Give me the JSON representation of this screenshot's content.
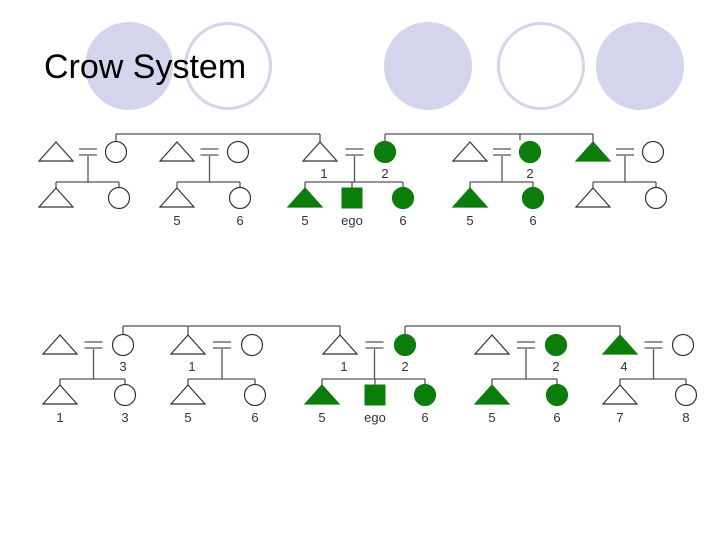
{
  "title": "Crow System",
  "colors": {
    "matrilineage": "#0a7d0a",
    "decoration": "#d4d4ec",
    "line": "#555555"
  },
  "diagram": {
    "rows": [
      {
        "couples": [
          {
            "husband": {
              "shape": "triangle",
              "filled": false,
              "label": ""
            },
            "wife": {
              "shape": "circle",
              "filled": false,
              "label": ""
            },
            "children": [
              {
                "shape": "triangle",
                "filled": false,
                "label": ""
              },
              {
                "shape": "circle",
                "filled": false,
                "label": ""
              }
            ]
          },
          {
            "husband": {
              "shape": "triangle",
              "filled": false,
              "label": ""
            },
            "wife": {
              "shape": "circle",
              "filled": false,
              "label": ""
            },
            "children": [
              {
                "shape": "triangle",
                "filled": false,
                "label": "5"
              },
              {
                "shape": "circle",
                "filled": false,
                "label": "6"
              }
            ]
          },
          {
            "husband": {
              "shape": "triangle",
              "filled": false,
              "label": "1"
            },
            "wife": {
              "shape": "circle",
              "filled": true,
              "label": "2"
            },
            "children": [
              {
                "shape": "triangle",
                "filled": true,
                "label": "5"
              },
              {
                "shape": "square",
                "filled": true,
                "label": "ego"
              },
              {
                "shape": "circle",
                "filled": true,
                "label": "6"
              }
            ]
          },
          {
            "husband": {
              "shape": "triangle",
              "filled": false,
              "label": ""
            },
            "wife": {
              "shape": "circle",
              "filled": true,
              "label": "2"
            },
            "children": [
              {
                "shape": "triangle",
                "filled": true,
                "label": "5"
              },
              {
                "shape": "circle",
                "filled": true,
                "label": "6"
              }
            ]
          },
          {
            "husband": {
              "shape": "triangle",
              "filled": true,
              "label": ""
            },
            "wife": {
              "shape": "circle",
              "filled": false,
              "label": ""
            },
            "children": [
              {
                "shape": "triangle",
                "filled": false,
                "label": ""
              },
              {
                "shape": "circle",
                "filled": false,
                "label": ""
              }
            ]
          }
        ]
      },
      {
        "couples": [
          {
            "husband": {
              "shape": "triangle",
              "filled": false,
              "label": ""
            },
            "wife": {
              "shape": "circle",
              "filled": false,
              "label": "3"
            },
            "children": [
              {
                "shape": "triangle",
                "filled": false,
                "label": "1"
              },
              {
                "shape": "circle",
                "filled": false,
                "label": "3"
              }
            ]
          },
          {
            "husband": {
              "shape": "triangle",
              "filled": false,
              "label": "1"
            },
            "wife": {
              "shape": "circle",
              "filled": false,
              "label": ""
            },
            "children": [
              {
                "shape": "triangle",
                "filled": false,
                "label": "5"
              },
              {
                "shape": "circle",
                "filled": false,
                "label": "6"
              }
            ]
          },
          {
            "husband": {
              "shape": "triangle",
              "filled": false,
              "label": "1"
            },
            "wife": {
              "shape": "circle",
              "filled": true,
              "label": "2"
            },
            "children": [
              {
                "shape": "triangle",
                "filled": true,
                "label": "5"
              },
              {
                "shape": "square",
                "filled": true,
                "label": "ego"
              },
              {
                "shape": "circle",
                "filled": true,
                "label": "6"
              }
            ]
          },
          {
            "husband": {
              "shape": "triangle",
              "filled": false,
              "label": ""
            },
            "wife": {
              "shape": "circle",
              "filled": true,
              "label": "2"
            },
            "children": [
              {
                "shape": "triangle",
                "filled": true,
                "label": "5"
              },
              {
                "shape": "circle",
                "filled": true,
                "label": "6"
              }
            ]
          },
          {
            "husband": {
              "shape": "triangle",
              "filled": true,
              "label": "4"
            },
            "wife": {
              "shape": "circle",
              "filled": false,
              "label": ""
            },
            "children": [
              {
                "shape": "triangle",
                "filled": false,
                "label": "7"
              },
              {
                "shape": "circle",
                "filled": false,
                "label": "8"
              }
            ]
          }
        ]
      }
    ]
  }
}
